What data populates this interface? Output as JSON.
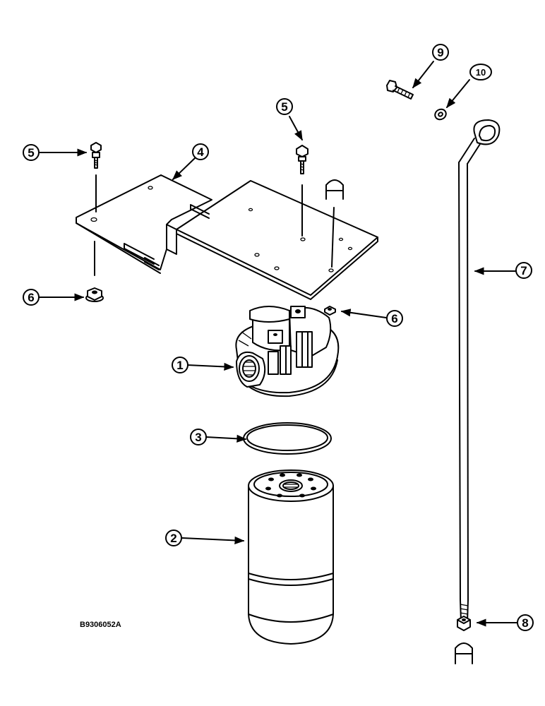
{
  "drawing_code": "B9306052A",
  "callouts": [
    {
      "id": "c1",
      "label": "1"
    },
    {
      "id": "c2",
      "label": "2"
    },
    {
      "id": "c3",
      "label": "3"
    },
    {
      "id": "c4",
      "label": "4"
    },
    {
      "id": "c5a",
      "label": "5"
    },
    {
      "id": "c5b",
      "label": "5"
    },
    {
      "id": "c6a",
      "label": "6"
    },
    {
      "id": "c6b",
      "label": "6"
    },
    {
      "id": "c7",
      "label": "7"
    },
    {
      "id": "c8",
      "label": "8"
    },
    {
      "id": "c9",
      "label": "9"
    },
    {
      "id": "c10",
      "label": "10"
    }
  ]
}
